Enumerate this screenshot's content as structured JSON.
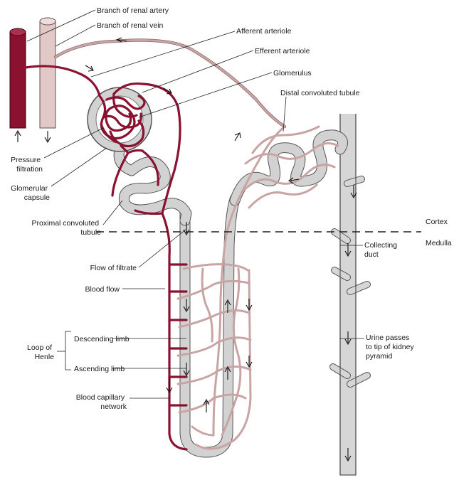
{
  "labels": {
    "branch_renal_artery": "Branch of renal artery",
    "branch_renal_vein": "Branch of renal vein",
    "afferent_arteriole": "Afferent arteriole",
    "efferent_arteriole": "Efferent arteriole",
    "glomerulus": "Glomerulus",
    "distal_convoluted_tubule": "Distal convoluted tubule",
    "pressure_filtration_1": "Pressure",
    "pressure_filtration_2": "filtration",
    "glomerular_capsule_1": "Glomerular",
    "glomerular_capsule_2": "capsule",
    "proximal_convoluted_tubule_1": "Proximal convoluted",
    "proximal_convoluted_tubule_2": "tubule",
    "cortex": "Cortex",
    "medulla": "Medulla",
    "collecting_duct_1": "Collecting",
    "collecting_duct_2": "duct",
    "flow_of_filtrate": "Flow of filtrate",
    "blood_flow": "Blood flow",
    "descending_limb": "Descending limb",
    "loop_of_henle_1": "Loop of",
    "loop_of_henle_2": "Henle",
    "ascending_limb": "Ascending limb",
    "urine_passes_1": "Urine passes",
    "urine_passes_2": "to tip of kidney",
    "urine_passes_3": "pyramid",
    "blood_capillary_network_1": "Blood capillary",
    "blood_capillary_network_2": "network"
  },
  "colors": {
    "arterial_blood": "#8a1230",
    "venous_blood": "#c9a4a4",
    "tubule_fill": "#d2d2d2",
    "outline": "#555555"
  }
}
